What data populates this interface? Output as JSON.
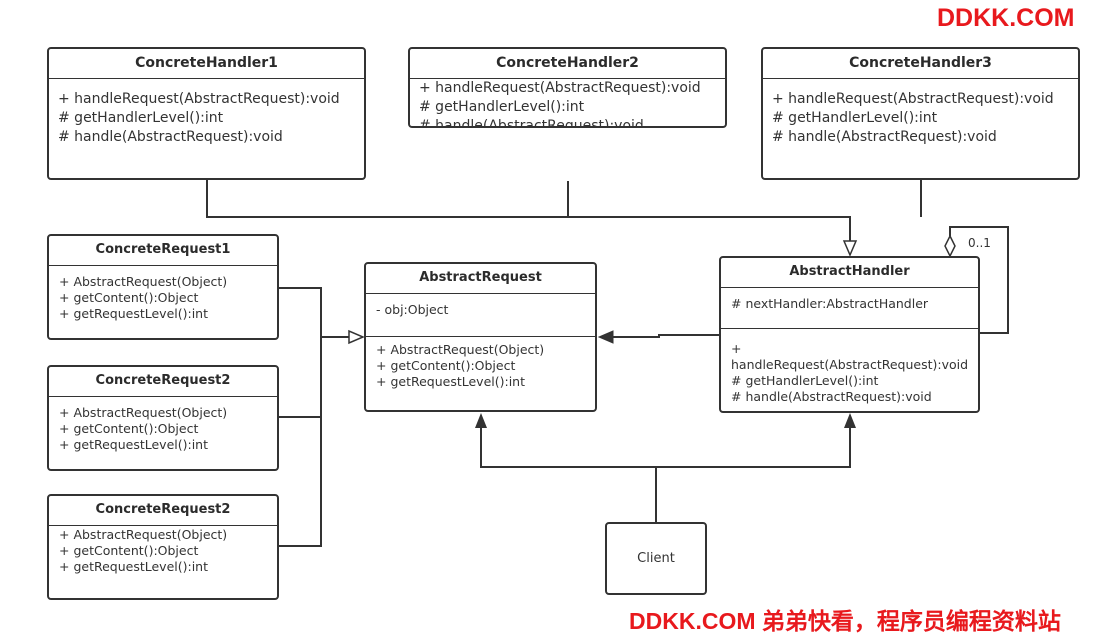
{
  "watermark_top": "DDKK.COM",
  "watermark_bottom": "DDKK.COM 弟弟快看，程序员编程资料站",
  "handlers": [
    {
      "name": "ConcreteHandler1",
      "methods": [
        "+ handleRequest(AbstractRequest):void",
        "# getHandlerLevel():int",
        "# handle(AbstractRequest):void"
      ]
    },
    {
      "name": "ConcreteHandler2",
      "methods": [
        "+ handleRequest(AbstractRequest):void",
        "# getHandlerLevel():int",
        "# handle(AbstractRequest):void"
      ]
    },
    {
      "name": "ConcreteHandler3",
      "methods": [
        "+ handleRequest(AbstractRequest):void",
        "# getHandlerLevel():int",
        "# handle(AbstractRequest):void"
      ]
    }
  ],
  "requests": [
    {
      "name": "ConcreteRequest1",
      "methods": [
        "+ AbstractRequest(Object)",
        "+ getContent():Object",
        "+ getRequestLevel():int"
      ]
    },
    {
      "name": "ConcreteRequest2",
      "methods": [
        "+ AbstractRequest(Object)",
        "+ getContent():Object",
        "+ getRequestLevel():int"
      ]
    },
    {
      "name": "ConcreteRequest2",
      "methods": [
        "+ AbstractRequest(Object)",
        "+ getContent():Object",
        "+ getRequestLevel():int"
      ]
    }
  ],
  "abstract_request": {
    "name": "AbstractRequest",
    "attributes": [
      "- obj:Object"
    ],
    "methods": [
      "+ AbstractRequest(Object)",
      "+ getContent():Object",
      "+ getRequestLevel():int"
    ]
  },
  "abstract_handler": {
    "name": "AbstractHandler",
    "attributes": [
      "# nextHandler:AbstractHandler"
    ],
    "methods": [
      "+",
      "handleRequest(AbstractRequest):void",
      "# getHandlerLevel():int",
      "# handle(AbstractRequest):void"
    ]
  },
  "multiplicity": "0..1",
  "client": "Client"
}
